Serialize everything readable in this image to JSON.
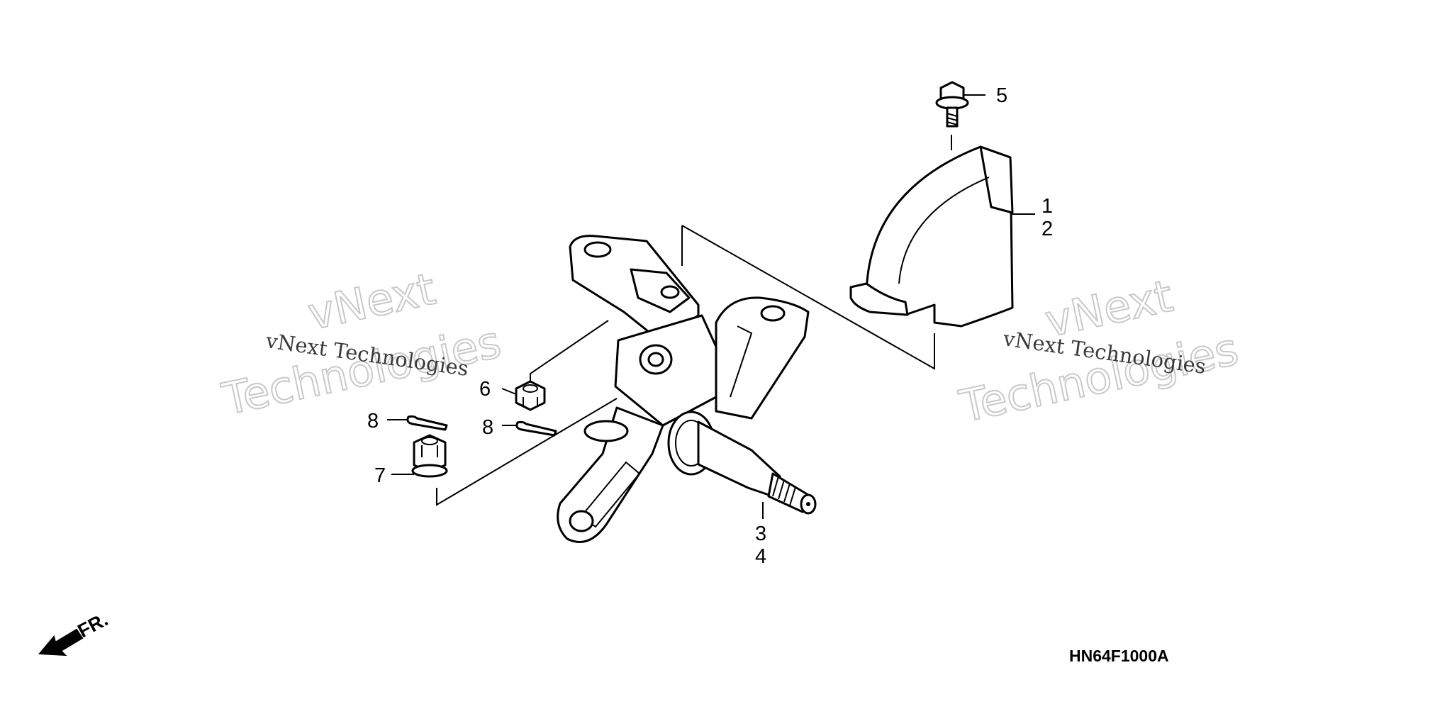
{
  "diagram": {
    "drawing_code": "HN64F1000A",
    "front_marker": "FR.",
    "watermarks": [
      {
        "line1": "vNext",
        "line2": "Technologies",
        "caption": "vNext Technologies"
      },
      {
        "line1": "vNext",
        "line2": "Technologies",
        "caption": "vNext Technologies"
      }
    ],
    "callouts": [
      {
        "id": "c1",
        "text": "1"
      },
      {
        "id": "c2",
        "text": "2"
      },
      {
        "id": "c3",
        "text": "3"
      },
      {
        "id": "c4",
        "text": "4"
      },
      {
        "id": "c5",
        "text": "5"
      },
      {
        "id": "c6",
        "text": "6"
      },
      {
        "id": "c7",
        "text": "7"
      },
      {
        "id": "c8a",
        "text": "8"
      },
      {
        "id": "c8b",
        "text": "8"
      }
    ],
    "parts": [
      {
        "number": "1",
        "icon": "knuckle-guard-icon"
      },
      {
        "number": "2",
        "icon": "knuckle-guard-icon"
      },
      {
        "number": "3",
        "icon": "steering-knuckle-icon"
      },
      {
        "number": "4",
        "icon": "steering-knuckle-icon"
      },
      {
        "number": "5",
        "icon": "flange-bolt-icon"
      },
      {
        "number": "6",
        "icon": "castle-nut-icon"
      },
      {
        "number": "7",
        "icon": "castle-nut-icon"
      },
      {
        "number": "8",
        "icon": "cotter-pin-icon"
      }
    ]
  }
}
